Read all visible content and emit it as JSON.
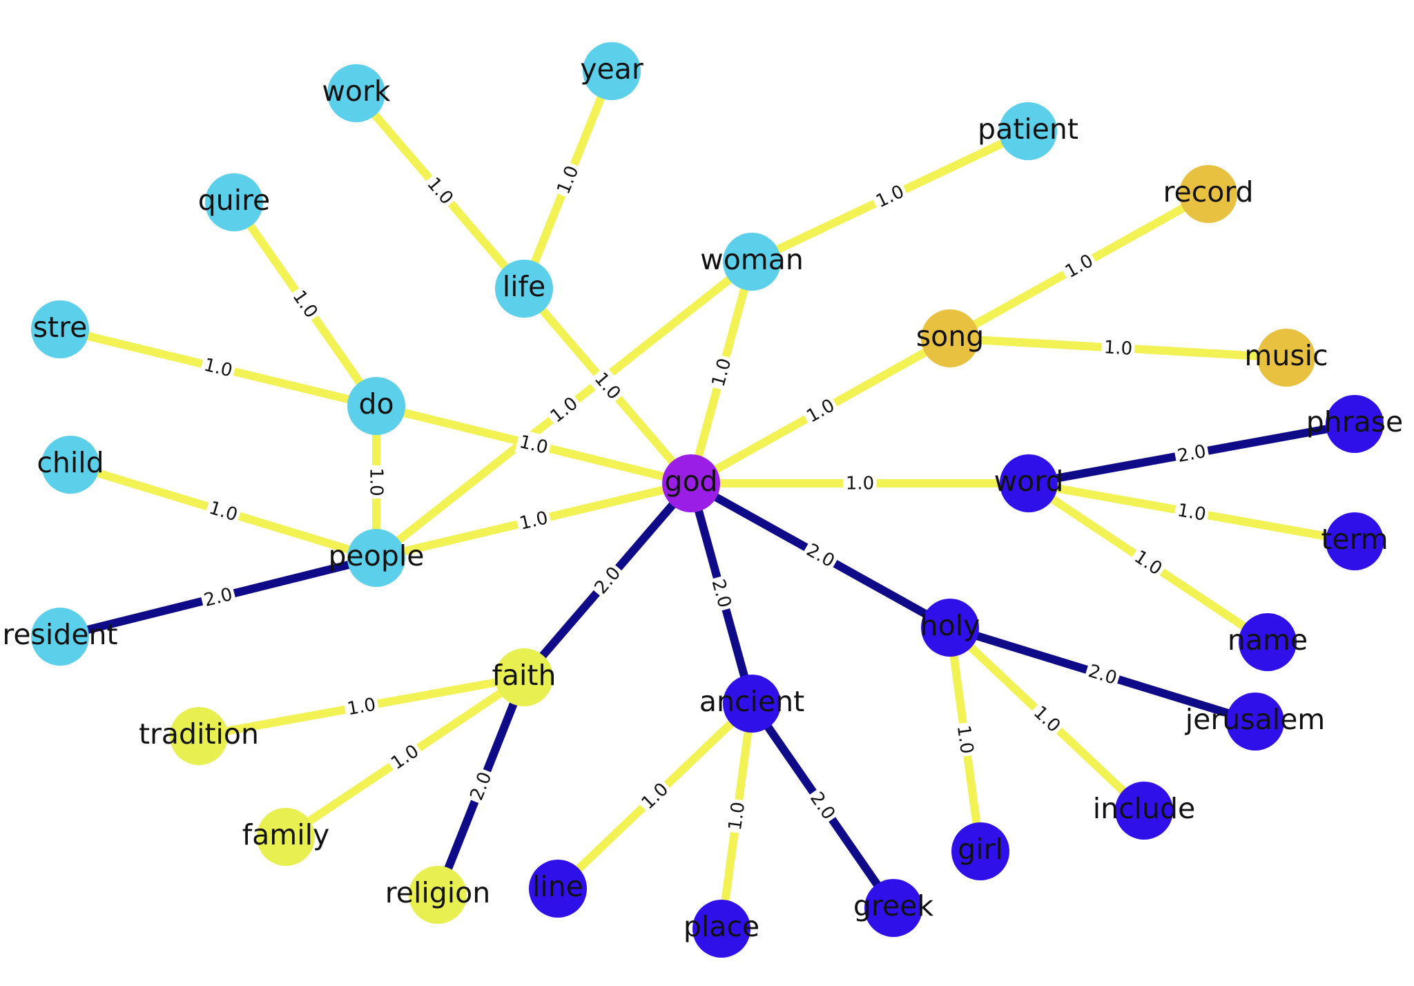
{
  "colors": {
    "weight_1": "#f2f254",
    "weight_2": "#0f0a87",
    "center": "#9a1ee6",
    "cluster_people": "#5ccfeb",
    "cluster_song": "#e9c141",
    "cluster_faith": "#e8ef50",
    "cluster_holy": "#3010e8"
  },
  "nodes": [
    {
      "id": "god",
      "label": "god",
      "group": "center"
    },
    {
      "id": "work",
      "label": "work",
      "group": "cluster_people"
    },
    {
      "id": "year",
      "label": "year",
      "group": "cluster_people"
    },
    {
      "id": "patient",
      "label": "patient",
      "group": "cluster_people"
    },
    {
      "id": "quire",
      "label": "quire",
      "group": "cluster_people"
    },
    {
      "id": "life",
      "label": "life",
      "group": "cluster_people"
    },
    {
      "id": "woman",
      "label": "woman",
      "group": "cluster_people"
    },
    {
      "id": "stre",
      "label": "stre",
      "group": "cluster_people"
    },
    {
      "id": "do",
      "label": "do",
      "group": "cluster_people"
    },
    {
      "id": "child",
      "label": "child",
      "group": "cluster_people"
    },
    {
      "id": "people",
      "label": "people",
      "group": "cluster_people"
    },
    {
      "id": "resident",
      "label": "resident",
      "group": "cluster_people"
    },
    {
      "id": "record",
      "label": "record",
      "group": "cluster_song"
    },
    {
      "id": "song",
      "label": "song",
      "group": "cluster_song"
    },
    {
      "id": "music",
      "label": "music",
      "group": "cluster_song"
    },
    {
      "id": "faith",
      "label": "faith",
      "group": "cluster_faith"
    },
    {
      "id": "tradition",
      "label": "tradition",
      "group": "cluster_faith"
    },
    {
      "id": "family",
      "label": "family",
      "group": "cluster_faith"
    },
    {
      "id": "religion",
      "label": "religion",
      "group": "cluster_faith"
    },
    {
      "id": "phrase",
      "label": "phrase",
      "group": "cluster_holy"
    },
    {
      "id": "word",
      "label": "word",
      "group": "cluster_holy"
    },
    {
      "id": "term",
      "label": "term",
      "group": "cluster_holy"
    },
    {
      "id": "name",
      "label": "name",
      "group": "cluster_holy"
    },
    {
      "id": "holy",
      "label": "holy",
      "group": "cluster_holy"
    },
    {
      "id": "jerusalem",
      "label": "jerusalem",
      "group": "cluster_holy"
    },
    {
      "id": "ancient",
      "label": "ancient",
      "group": "cluster_holy"
    },
    {
      "id": "girl",
      "label": "girl",
      "group": "cluster_holy"
    },
    {
      "id": "include",
      "label": "include",
      "group": "cluster_holy"
    },
    {
      "id": "line",
      "label": "line",
      "group": "cluster_holy"
    },
    {
      "id": "place",
      "label": "place",
      "group": "cluster_holy"
    },
    {
      "id": "greek",
      "label": "greek",
      "group": "cluster_holy"
    }
  ],
  "edges": [
    {
      "source": "work",
      "target": "life",
      "weight": "1.0"
    },
    {
      "source": "year",
      "target": "life",
      "weight": "1.0"
    },
    {
      "source": "life",
      "target": "god",
      "weight": "1.0"
    },
    {
      "source": "patient",
      "target": "woman",
      "weight": "1.0"
    },
    {
      "source": "woman",
      "target": "god",
      "weight": "1.0"
    },
    {
      "source": "woman",
      "target": "people",
      "weight": "1.0"
    },
    {
      "source": "quire",
      "target": "do",
      "weight": "1.0"
    },
    {
      "source": "stre",
      "target": "do",
      "weight": "1.0"
    },
    {
      "source": "do",
      "target": "god",
      "weight": "1.0"
    },
    {
      "source": "do",
      "target": "people",
      "weight": "1.0"
    },
    {
      "source": "child",
      "target": "people",
      "weight": "1.0"
    },
    {
      "source": "people",
      "target": "god",
      "weight": "1.0"
    },
    {
      "source": "resident",
      "target": "people",
      "weight": "2.0"
    },
    {
      "source": "record",
      "target": "song",
      "weight": "1.0"
    },
    {
      "source": "song",
      "target": "music",
      "weight": "1.0"
    },
    {
      "source": "song",
      "target": "god",
      "weight": "1.0"
    },
    {
      "source": "god",
      "target": "word",
      "weight": "1.0"
    },
    {
      "source": "word",
      "target": "phrase",
      "weight": "2.0"
    },
    {
      "source": "word",
      "target": "term",
      "weight": "1.0"
    },
    {
      "source": "word",
      "target": "name",
      "weight": "1.0"
    },
    {
      "source": "god",
      "target": "holy",
      "weight": "2.0"
    },
    {
      "source": "holy",
      "target": "jerusalem",
      "weight": "2.0"
    },
    {
      "source": "holy",
      "target": "girl",
      "weight": "1.0"
    },
    {
      "source": "holy",
      "target": "include",
      "weight": "1.0"
    },
    {
      "source": "god",
      "target": "ancient",
      "weight": "2.0"
    },
    {
      "source": "ancient",
      "target": "line",
      "weight": "1.0"
    },
    {
      "source": "ancient",
      "target": "place",
      "weight": "1.0"
    },
    {
      "source": "ancient",
      "target": "greek",
      "weight": "2.0"
    },
    {
      "source": "god",
      "target": "faith",
      "weight": "2.0"
    },
    {
      "source": "faith",
      "target": "tradition",
      "weight": "1.0"
    },
    {
      "source": "faith",
      "target": "family",
      "weight": "1.0"
    },
    {
      "source": "faith",
      "target": "religion",
      "weight": "2.0"
    }
  ]
}
